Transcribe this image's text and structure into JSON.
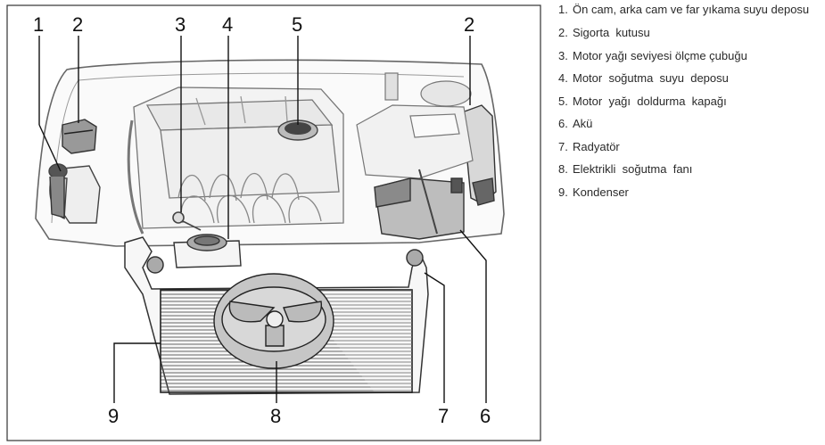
{
  "callouts": [
    "1",
    "2",
    "3",
    "4",
    "5",
    "2",
    "9",
    "8",
    "7",
    "6"
  ],
  "legend": [
    {
      "num": "1.",
      "text": "Ön cam, arka cam ve far yıkama suyu deposu"
    },
    {
      "num": "2.",
      "text": "Sigorta  kutusu"
    },
    {
      "num": "3.",
      "text": "Motor yağı seviyesi ölçme çubuğu"
    },
    {
      "num": "4.",
      "text": "Motor  soğutma  suyu  deposu"
    },
    {
      "num": "5.",
      "text": "Motor  yağı  doldurma  kapağı"
    },
    {
      "num": "6.",
      "text": "Akü"
    },
    {
      "num": "7.",
      "text": "Radyatör"
    },
    {
      "num": "8.",
      "text": "Elektrikli  soğutma  fanı"
    },
    {
      "num": "9.",
      "text": "Kondenser"
    }
  ]
}
